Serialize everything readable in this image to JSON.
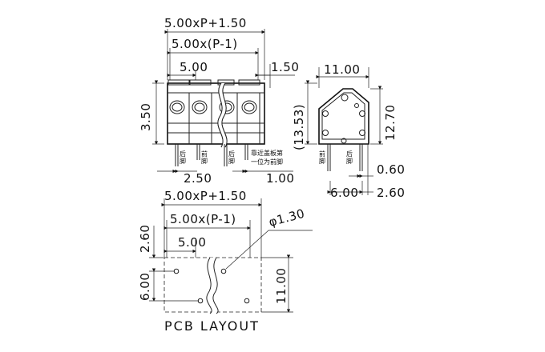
{
  "front_view": {
    "dim_total": "5.00xP+1.50",
    "dim_pitch_minus": "5.00x(P-1)",
    "dim_pitch": "5.00",
    "dim_offset": "1.50",
    "dim_height": "3.50",
    "dim_pin_offset": "2.50",
    "dim_pin_width": "1.00",
    "label_rear_1": "后\n脚",
    "label_front_1": "前\n脚",
    "label_rear_2": "后\n脚",
    "note_line1": "靠近盖板第",
    "note_line2": "一位为前脚"
  },
  "side_view": {
    "dim_width": "11.00",
    "dim_total_height": "(13.53)",
    "dim_height": "12.70",
    "dim_pin_width": "0.60",
    "dim_front_offset": "6.00",
    "dim_rear_offset": "2.60",
    "label_front": "前\n脚",
    "label_rear": "后\n脚"
  },
  "pcb_layout": {
    "dim_total": "5.00xP+1.50",
    "dim_pitch_minus": "5.00x(P-1)",
    "dim_pitch": "5.00",
    "dim_edge": "2.60",
    "dim_hole": "φ1.30",
    "dim_row": "6.00",
    "dim_height": "11.00",
    "title": "PCB LAYOUT"
  }
}
